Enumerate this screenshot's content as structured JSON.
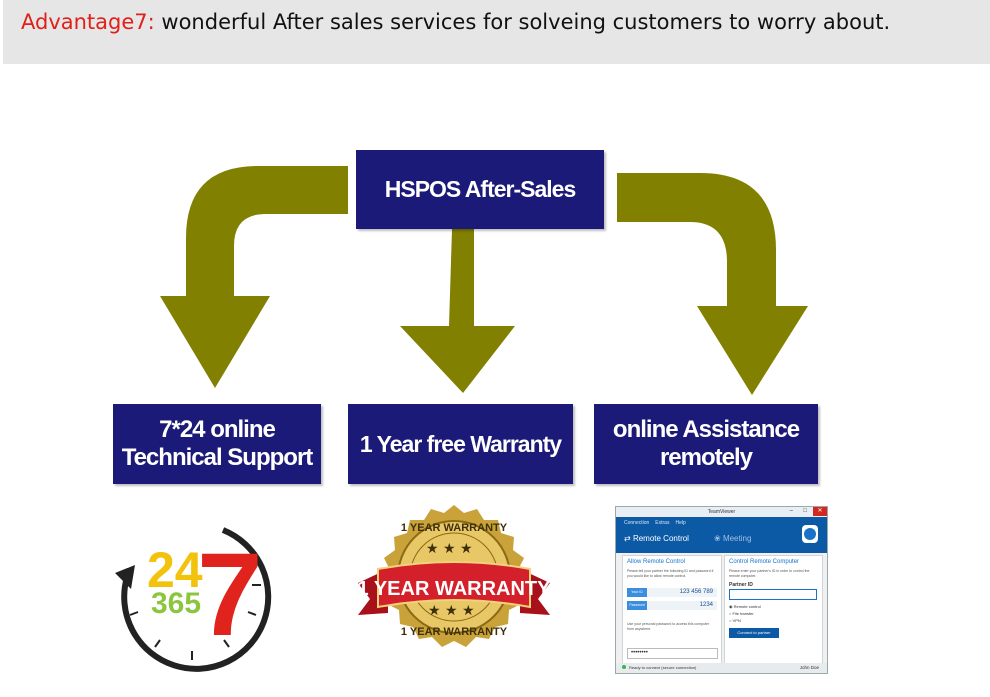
{
  "header": {
    "prefix": "Advantage7:",
    "text": " wonderful After sales services for solveing customers to worry about."
  },
  "diagram": {
    "root": "HSPOS After-Sales",
    "branches": [
      {
        "label": "7*24 online Technical Support"
      },
      {
        "label": "1 Year  free Warranty"
      },
      {
        "label": "online Assistance remotely"
      }
    ]
  },
  "logo247": {
    "big": "24",
    "seven": "7",
    "small": "365"
  },
  "seal": {
    "top": "1 YEAR WARRANTY",
    "ribbon": "1 YEAR WARRANTY",
    "bottom": "1 YEAR WARRANTY"
  },
  "teamviewer": {
    "title": "TeamViewer",
    "menu": [
      "Connection",
      "Extras",
      "Help"
    ],
    "tab_remote": "Remote Control",
    "tab_meeting": "Meeting",
    "allow_title": "Allow Remote Control",
    "allow_desc": "Please tell your partner the following ID and password if you would like to allow remote control.",
    "your_id_label": "Your ID",
    "your_id": "123 456 789",
    "password_label": "Password",
    "password": "1234",
    "personal_desc": "Use your personal password to access this computer from anywhere.",
    "personal_pw": "••••••••",
    "control_title": "Control Remote Computer",
    "control_desc": "Please enter your partner's ID in order to control the remote computer.",
    "partner_id_label": "Partner ID",
    "options": [
      "Remote control",
      "File transfer",
      "VPN"
    ],
    "connect_button": "Connect to partner",
    "status": "Ready to connect (secure connection)",
    "user": "John Doe"
  },
  "colors": {
    "arrow": "#828000",
    "box": "#1c1a78",
    "header_accent": "#e0201a"
  }
}
